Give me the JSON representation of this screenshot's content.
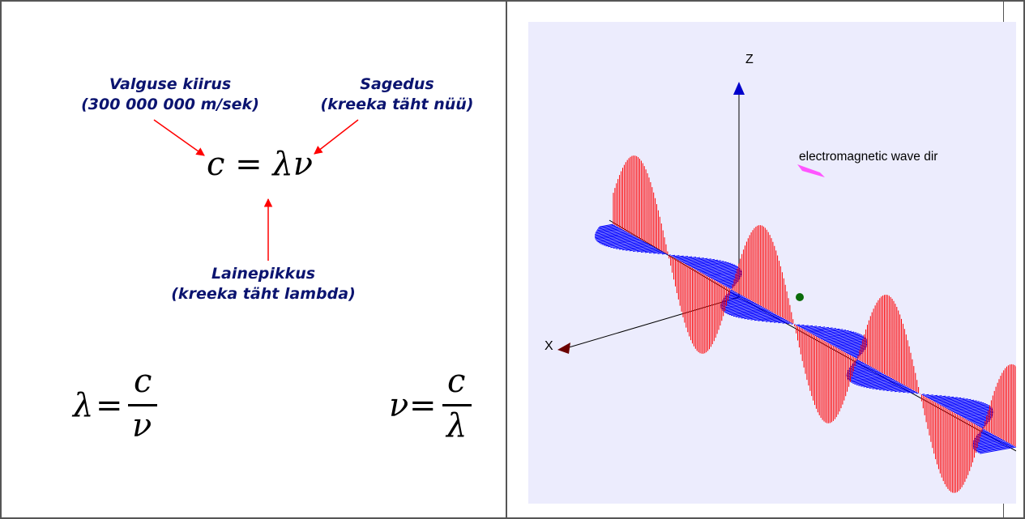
{
  "formula_panel": {
    "speed": {
      "title": "Valguse kiirus",
      "subtitle": "(300 000 000 m/sek)"
    },
    "frequency": {
      "title": "Sagedus",
      "subtitle": "(kreeka täht nüü)"
    },
    "wavelength": {
      "title": "Lainepikkus",
      "subtitle": "(kreeka täht lambda)"
    },
    "main_formula": "c = λν",
    "formula_lambda": {
      "lhs": "λ",
      "eq": "=",
      "num": "c",
      "den": "ν"
    },
    "formula_nu": {
      "lhs": "ν",
      "eq": "=",
      "num": "c",
      "den": "λ"
    }
  },
  "wave_panel": {
    "axis_z": "Z",
    "axis_x": "X",
    "direction_label": "electromagnetic wave dir",
    "colors": {
      "background": "#ececfd",
      "electric": "#ff0000",
      "magnetic": "#0000ff",
      "arrow": "#ff55ff"
    }
  }
}
